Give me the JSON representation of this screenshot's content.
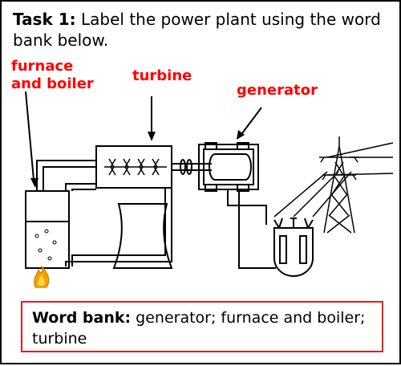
{
  "task": {
    "lead": "Task 1:",
    "text": "Label the power plant using the word bank below."
  },
  "labels": {
    "furnace": "furnace and boiler",
    "turbine": "turbine",
    "generator": "generator"
  },
  "word_bank": {
    "lead": "Word bank:",
    "text": "generator; furnace and boiler; turbine"
  },
  "colors": {
    "label_text": "#ff0000",
    "word_bank_border": "#e02020",
    "flame_outer": "#f5a000",
    "flame_inner": "#ffd84a"
  },
  "icons": [
    "flame-icon",
    "pylon-icon",
    "transformer-icon"
  ]
}
